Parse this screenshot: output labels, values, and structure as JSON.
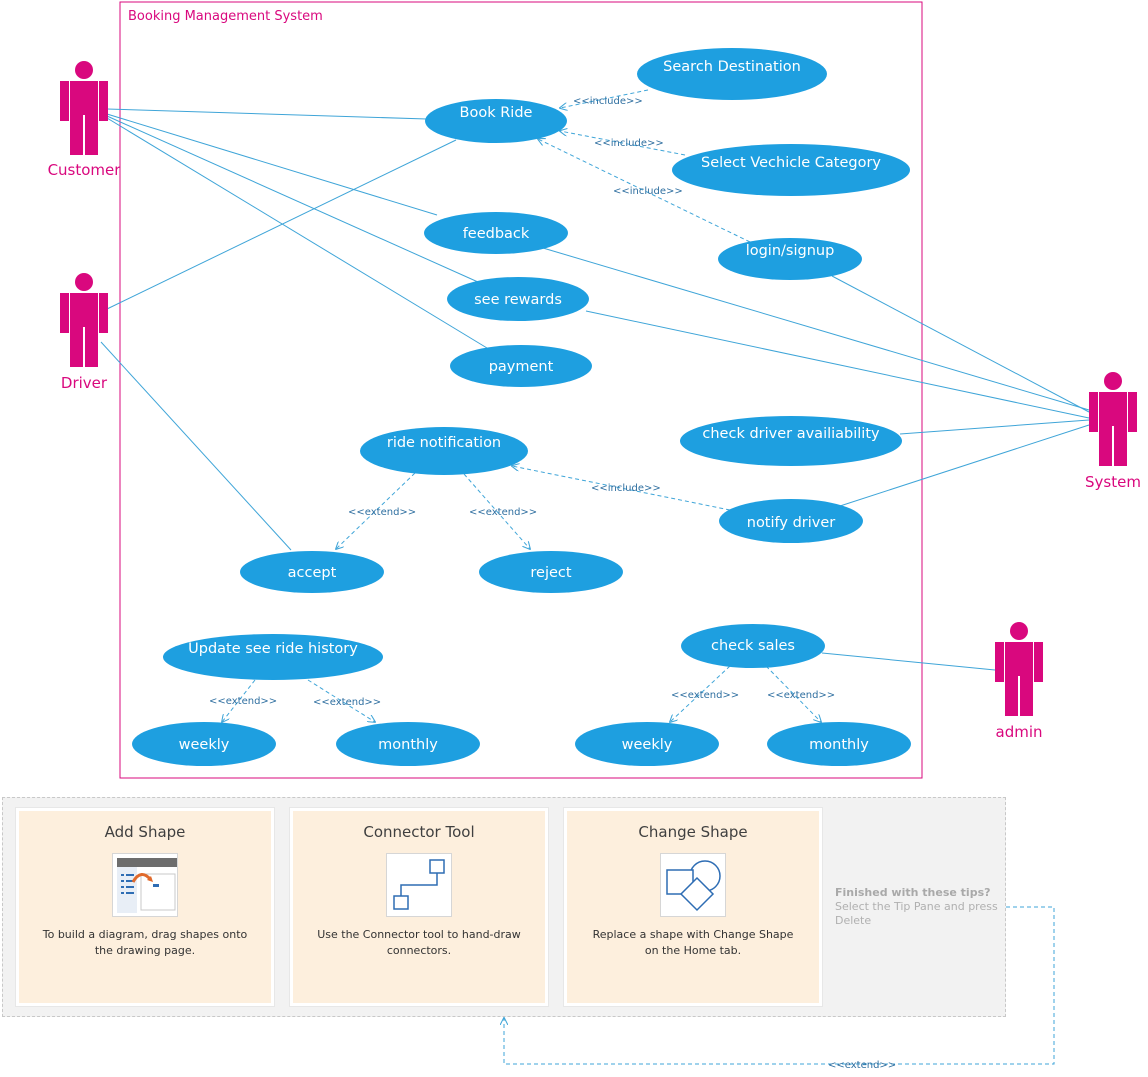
{
  "system": {
    "title": "Booking Management System"
  },
  "actors": [
    {
      "id": "customer",
      "label": "Customer"
    },
    {
      "id": "driver",
      "label": "Driver"
    },
    {
      "id": "system",
      "label": "System"
    },
    {
      "id": "admin",
      "label": "admin"
    }
  ],
  "use_cases": {
    "search_destination": "Search Destination",
    "book_ride": "Book Ride",
    "select_vehicle": "Select Vechicle Category",
    "feedback": "feedback",
    "login_signup": "login/signup",
    "see_rewards": "see rewards",
    "payment": "payment",
    "check_driver": "check driver availiability",
    "ride_notification": "ride notification",
    "notify_driver": "notify driver",
    "accept": "accept",
    "reject": "reject",
    "update_history": "Update see ride history",
    "check_sales": "check sales",
    "weekly_history": "weekly",
    "monthly_history": "monthly",
    "weekly_sales": "weekly",
    "monthly_sales": "monthly"
  },
  "stereotypes": {
    "include": "<<include>>",
    "extend": "<<extend>>"
  },
  "colors": {
    "usecase_fill": "#1e9fe0",
    "actor": "#d9087e",
    "line": "#3fa5d8",
    "system_border": "#d9087e"
  },
  "tip_pane": {
    "cards": [
      {
        "title": "Add Shape",
        "icon": "add-shape-icon",
        "description": "To build a diagram, drag shapes onto the drawing page."
      },
      {
        "title": "Connector Tool",
        "icon": "connector-tool-icon",
        "description": "Use the Connector tool to hand-draw connectors."
      },
      {
        "title": "Change Shape",
        "icon": "change-shape-icon",
        "description": "Replace a shape with Change Shape on the Home tab."
      }
    ],
    "finished_title": "Finished with these tips?",
    "finished_text": "Select the Tip Pane and press Delete"
  }
}
